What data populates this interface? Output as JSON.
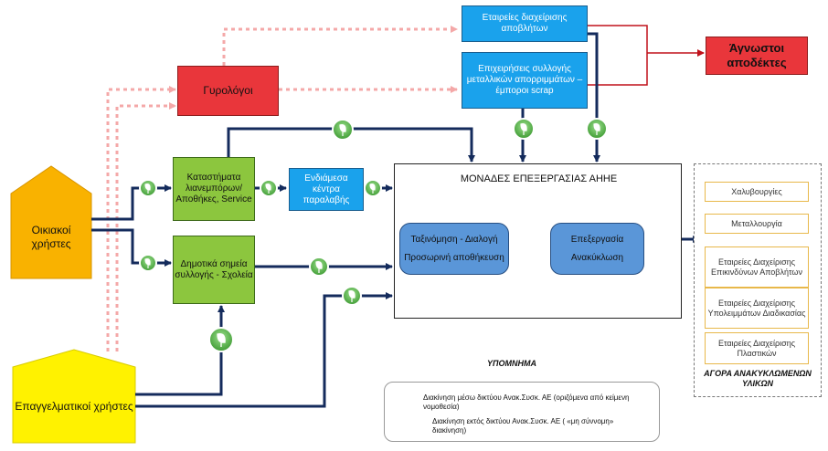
{
  "nodes": {
    "waste_mgmt": "Εταιρείες διαχείρισης αποβλήτων",
    "unknown": "Άγνωστοι αποδέκτες",
    "metal_collectors": "Επιχειρήσεις συλλογής μεταλλικών απορριμμάτων – έμποροι scrap",
    "gyrologoi": "Γυρολόγοι",
    "retail": "Καταστήματα λιανεμπόρων/ Αποθήκες, Service",
    "intermediate": "Ενδιάμεσα κέντρα παραλαβής",
    "municipal": "Δημοτικά σημεία συλλογής - Σχολεία",
    "household": "Οικιακοί χρήστες",
    "professional": "Επαγγελματικοί χρήστες",
    "processing_title": "ΜΟΝΑΔΕΣ ΕΠΕΞΕΡΓΑΣΙΑΣ ΑΗΗΕ",
    "sorting": "Ταξινόμηση - Διαλογή",
    "storage": "Προσωρινή αποθήκευση",
    "processing": "Επεξεργασία",
    "recycling": "Ανακύκλωση"
  },
  "market": {
    "items": [
      "Χαλυβουργίες",
      "Μεταλλουργία",
      "Εταιρείες Διαχείρισης Επικινδύνων Αποβλήτων",
      "Εταιρείες Διαχείρισης Υπολειμμάτων Διαδικασίας",
      "Εταιρείες Διαχείρισης Πλαστικών"
    ],
    "caption": "ΑΓΟΡΑ ΑΝΑΚΥΚΛΩΜΕΝΩΝ ΥΛΙΚΩΝ"
  },
  "legend": {
    "title": "ΥΠΟΜΝΗΜΑ",
    "item1": "Διακίνηση μέσω δικτύου Ανακ.Συσκ. ΑΕ (οριζόμενα από κείμενη νομοθεσία)",
    "item2": "Διακίνηση εκτός δικτύου Ανακ.Συσκ. ΑΕ ( «μη σύννομη» διακίνηση)"
  },
  "colors": {
    "blue_box": "#1aa2ec",
    "red_box": "#e9363b",
    "green_box": "#8cc63e",
    "process_box": "#5a96d8",
    "house_orange": "#f9b200",
    "house_yellow": "#fff200",
    "arrow_navy": "#142b5c",
    "arrow_red": "#c0121b",
    "dotted_pink": "#f4a8a8",
    "badge_green": "#55b948"
  },
  "icons": {
    "network_badge": "green-leaf-circle-icon"
  }
}
